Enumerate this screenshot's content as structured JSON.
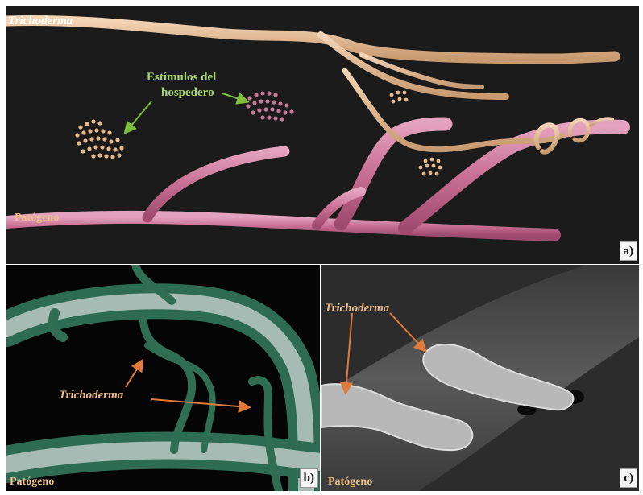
{
  "panel_a": {
    "trichoderma_label": "Trichoderma",
    "stimuli_label_line1": "Estímulos del",
    "stimuli_label_line2": "hospedero",
    "pathogen_label": "Patógeno",
    "panel_letter": "a)"
  },
  "panel_b": {
    "trichoderma_label": "Trichoderma",
    "pathogen_label": "Patógeno",
    "panel_letter": "b)"
  },
  "panel_c": {
    "trichoderma_label": "Trichoderma",
    "pathogen_label": "Patógeno",
    "panel_letter": "c)"
  },
  "colors": {
    "trichoderma_hypha": "#e8bf98",
    "pathogen_hypha": "#c86f93",
    "stimuli_arrow": "#7fbf3f",
    "pointer_arrow": "#e07a3a",
    "green_hypha": "#3f8a6c",
    "grey_hypha": "#9a9a9a"
  }
}
